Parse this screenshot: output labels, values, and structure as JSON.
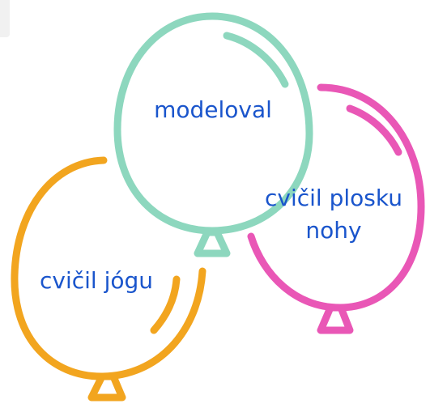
{
  "balloons": [
    {
      "id": "green",
      "color": "#8dd7be",
      "label": "modeloval"
    },
    {
      "id": "pink",
      "color": "#e957b6",
      "label": "cvičil plosku nohy"
    },
    {
      "id": "orange",
      "color": "#f2a51f",
      "label": "cvičil jógu"
    }
  ]
}
